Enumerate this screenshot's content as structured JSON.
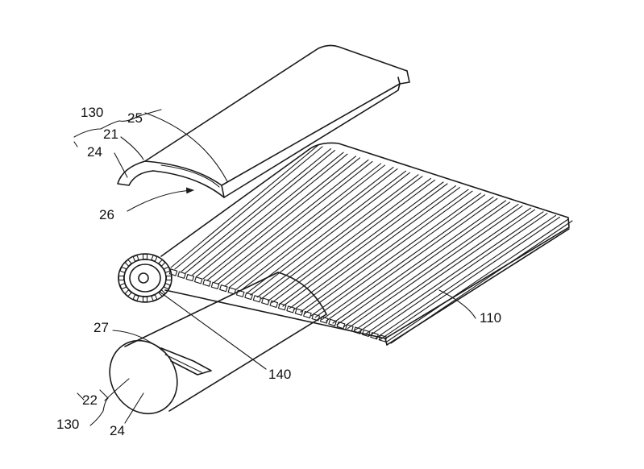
{
  "labels": {
    "l130_top": "130",
    "l25": "25",
    "l21": "21",
    "l24_top": "24",
    "l26": "26",
    "l110": "110",
    "l27": "27",
    "l140": "140",
    "l22": "22",
    "l130_bottom": "130",
    "l24_bottom": "24"
  },
  "colors": {
    "line": "#1a1a1a",
    "background": "#ffffff"
  }
}
